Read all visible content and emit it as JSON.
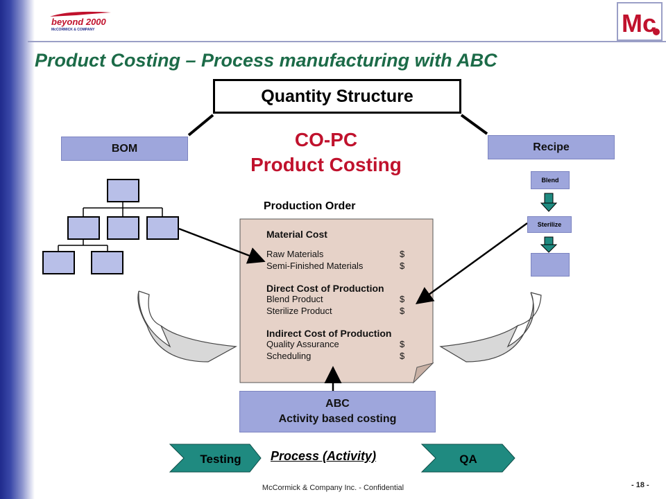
{
  "header": {
    "logo_left": {
      "line1": "beyond 2000",
      "line2": "McCORMICK & COMPANY"
    },
    "logo_right": {
      "text": "Mc"
    },
    "title": "Product Costing – Process manufacturing with ABC"
  },
  "quantity_structure": "Quantity Structure",
  "copc": {
    "line1": "CO-PC",
    "line2": "Product Costing"
  },
  "bom": {
    "label": "BOM"
  },
  "recipe": {
    "label": "Recipe",
    "steps": [
      "Blend",
      "Sterilize"
    ]
  },
  "production_order": {
    "label": "Production Order",
    "sections": [
      {
        "heading": "Material Cost",
        "rows": [
          {
            "name": "Raw Materials",
            "value": "$"
          },
          {
            "name": "Semi-Finished Materials",
            "value": "$"
          }
        ]
      },
      {
        "heading": "Direct Cost of Production",
        "rows": [
          {
            "name": "Blend Product",
            "value": "$"
          },
          {
            "name": "Sterilize Product",
            "value": "$"
          }
        ]
      },
      {
        "heading": "Indirect Cost of Production",
        "rows": [
          {
            "name": "Quality Assurance",
            "value": "$"
          },
          {
            "name": "Scheduling",
            "value": "$"
          }
        ]
      }
    ]
  },
  "abc": {
    "line1": "ABC",
    "line2": "Activity based costing"
  },
  "process": {
    "label": "Process (Activity)",
    "left": "Testing",
    "right": "QA"
  },
  "colors": {
    "title": "#1c6b48",
    "copc": "#c0122d",
    "box": "#9ea6dc",
    "doc": "#e6d2c8",
    "teal": "#1f8a80"
  },
  "footer": {
    "text": "McCormick & Company Inc. - Confidential",
    "page": "- 18 -"
  }
}
